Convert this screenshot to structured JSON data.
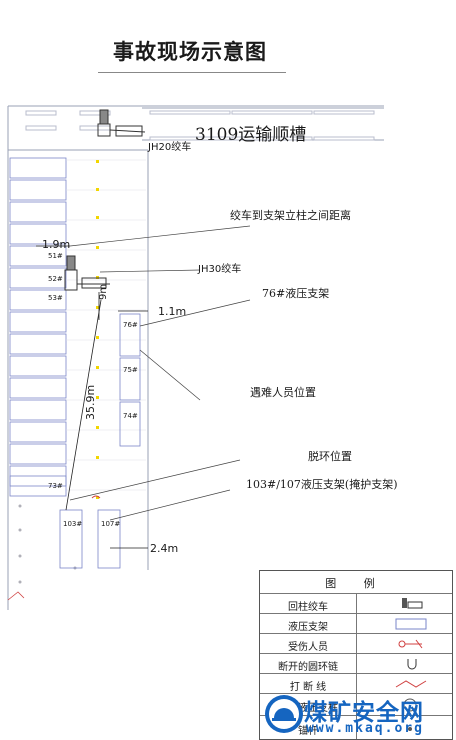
{
  "title": "事故现场示意图",
  "roadway_name": "3109运输顺槽",
  "labels": {
    "jh20": "JH20绞车",
    "jh30": "JH30绞车",
    "winch_distance": "绞车到支架立柱之间距离",
    "dist_1_9": "1.9m",
    "dist_9": "9m",
    "dist_1_1": "1.1m",
    "dist_35_9": "35.9m",
    "dist_2_4": "2.4m",
    "support_76": "76#液压支架",
    "victim_position": "遇难人员位置",
    "derail_position": "脱环位置",
    "support_103_107": "103#/107液压支架(掩护支架)"
  },
  "support_numbers": {
    "s51": "51#",
    "s52": "52#",
    "s53": "53#",
    "s73": "73#",
    "s76": "76#",
    "s75": "75#",
    "s74": "74#",
    "s103": "103#",
    "s107": "107#"
  },
  "legend": {
    "title": "图 例",
    "items": [
      {
        "label": "回柱绞车",
        "icon": "winch-icon"
      },
      {
        "label": "液压支架",
        "icon": "hydraulic-support-icon"
      },
      {
        "label": "受伤人员",
        "icon": "injured-person-icon"
      },
      {
        "label": "断开的圆环链",
        "icon": "broken-chain-icon"
      },
      {
        "label": "打 断 线",
        "icon": "break-line-icon"
      },
      {
        "label": "单体液压支柱",
        "icon": "single-prop-icon"
      },
      {
        "label": "锚杆",
        "icon": "anchor-bolt-icon"
      }
    ]
  },
  "watermark": {
    "text": "煤矿安全网",
    "url": "www.mkaq.org"
  },
  "colors": {
    "ink": "#1a1a1a",
    "light_line": "#9aa0b5",
    "support_blue": "#7a86c8",
    "victim_marker": "#f2d600",
    "chain_red": "#d04040",
    "watermark_blue": "#1565c0"
  }
}
